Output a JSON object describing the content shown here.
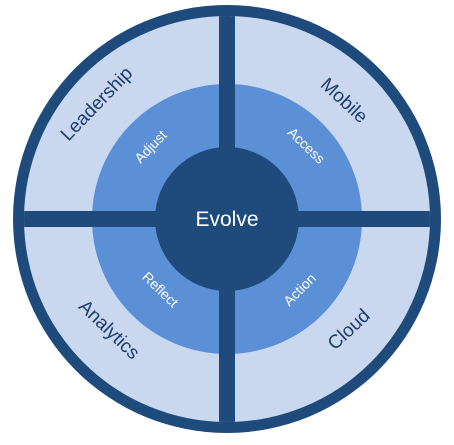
{
  "diagram": {
    "center": {
      "label": "Evolve"
    },
    "quadrants": [
      {
        "id": "top-left",
        "outer_label": "Leadership",
        "inner_label": "Adjust"
      },
      {
        "id": "top-right",
        "outer_label": "Mobile",
        "inner_label": "Access"
      },
      {
        "id": "bottom-left",
        "outer_label": "Analytics",
        "inner_label": "Reflect"
      },
      {
        "id": "bottom-right",
        "outer_label": "Cloud",
        "inner_label": "Action"
      }
    ],
    "colors": {
      "frame": "#1e4a7c",
      "outer_ring": "#c9d8ef",
      "middle_ring": "#5b8fd6",
      "center": "#1e4a7c",
      "outer_text": "#1f3d6b",
      "inner_text": "#ffffff"
    }
  }
}
